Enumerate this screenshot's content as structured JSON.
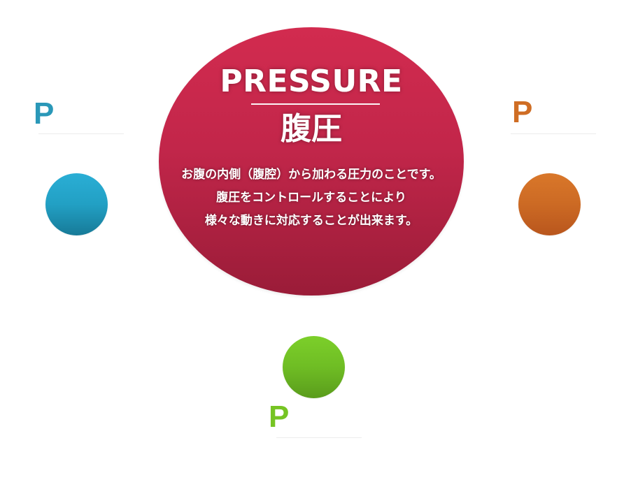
{
  "center": {
    "title": "PRESSURE",
    "subtitle": "腹圧",
    "description_lines": [
      "お腹の内側（腹腔）から加わる圧力のことです。",
      "腹圧をコントロールすることにより",
      "様々な動きに対応することが出来ます。"
    ],
    "color": "#c2264a"
  },
  "items": [
    {
      "letter": "P",
      "color": "#2a98b8"
    },
    {
      "letter": "P",
      "color": "#cf6d24"
    },
    {
      "letter": "P",
      "color": "#76c423"
    }
  ]
}
